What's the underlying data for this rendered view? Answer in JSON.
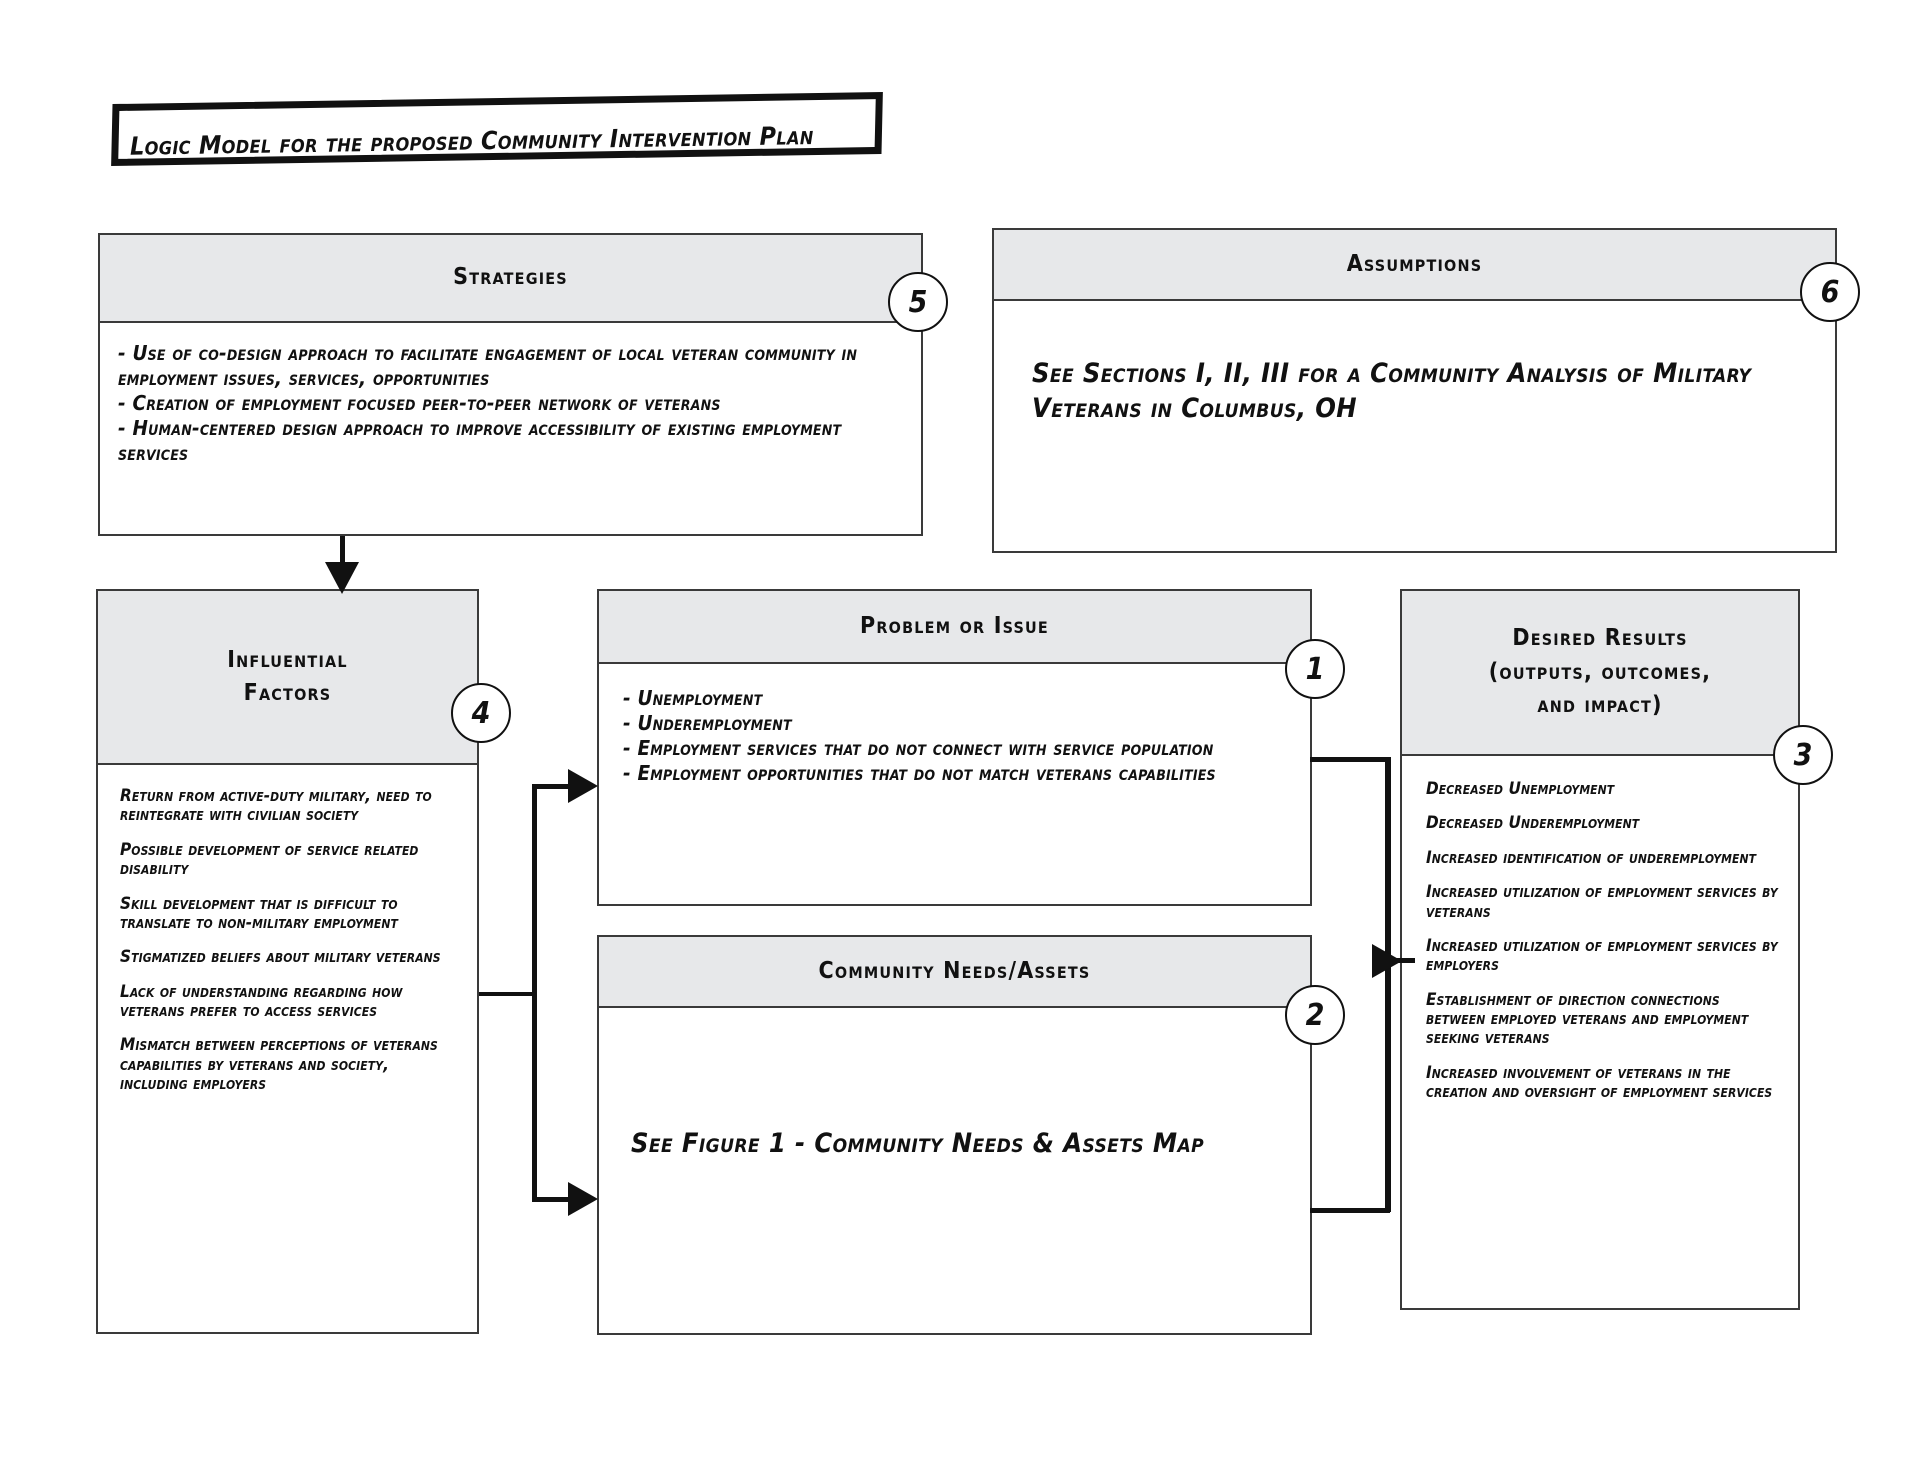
{
  "title": {
    "text": "Logic Model for the proposed Community Intervention Plan"
  },
  "panels": {
    "strategies": {
      "header": "Strategies",
      "badge": "5",
      "body": "- Use of co-design approach to facilitate engagement of local veteran community in employment issues, services, opportunities\n- Creation of employment focused peer-to-peer network of veterans\n- Human-centered design approach to improve accessibility of existing employment services"
    },
    "assumptions": {
      "header": "Assumptions",
      "badge": "6",
      "body": "See Sections I, II, III for a Community Analysis of Military Veterans in Columbus, OH"
    },
    "influential_factors": {
      "header_line1": "Influential",
      "header_line2": "Factors",
      "badge": "4",
      "items": [
        "Return from active-duty military, need to reintegrate with civilian society",
        "Possible development of service related disability",
        "Skill development that is difficult to translate to non-military employment",
        "Stigmatized beliefs about military veterans",
        "Lack of understanding regarding how veterans prefer to access services",
        "Mismatch between perceptions of veterans capabilities by veterans and society, including employers"
      ]
    },
    "problem_or_issue": {
      "header": "Problem or Issue",
      "badge": "1",
      "body": "- Unemployment\n- Underemployment\n- Employment services that do not connect with service population\n- Employment opportunities that do not match veterans capabilities"
    },
    "community_needs_assets": {
      "header": "Community Needs/Assets",
      "badge": "2",
      "body": "See Figure 1 - Community Needs & Assets Map"
    },
    "desired_results": {
      "header_line1": "Desired Results",
      "header_line2": "(outputs, outcomes,",
      "header_line3": "and impact)",
      "badge": "3",
      "items": [
        "Decreased Unemployment",
        "Decreased Underemployment",
        "Increased identification of underemployment",
        "Increased utilization of employment services by veterans",
        "Increased utilization of employment services by employers",
        "Establishment of direction connections between employed veterans and employment seeking veterans",
        "Increased involvement of veterans in the creation and oversight of employment services"
      ]
    }
  },
  "colors": {
    "header_fill": "#e7e8ea",
    "border": "#3a3a3a",
    "ink": "#111111",
    "page": "#ffffff"
  }
}
